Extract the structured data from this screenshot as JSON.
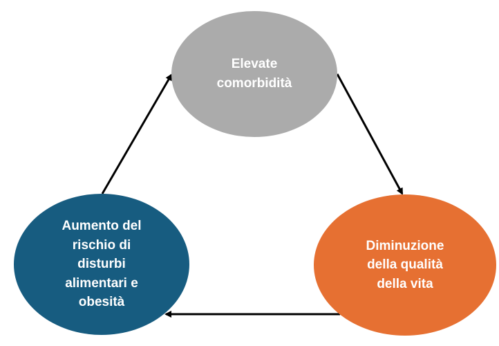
{
  "nodes": {
    "top": {
      "label": "Elevate\ncomorbidità",
      "color": "#ababab"
    },
    "right": {
      "label": "Diminuzione\ndella qualità\ndella vita",
      "color": "#e67032"
    },
    "left": {
      "label": "Aumento del\nrischio di\ndisturbi\nalimentari e\nobesità",
      "color": "#175c80"
    }
  },
  "arrow_color": "#000000"
}
